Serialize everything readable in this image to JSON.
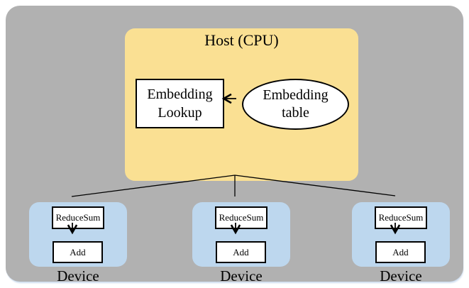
{
  "diagram": {
    "host": {
      "title": "Host (CPU)",
      "lookup": {
        "line1": "Embedding",
        "line2": "Lookup"
      },
      "table": {
        "line1": "Embedding",
        "line2": "table"
      }
    },
    "devices": [
      {
        "op1": "ReduceSum",
        "op2": "Add",
        "label": "Device"
      },
      {
        "op1": "ReduceSum",
        "op2": "Add",
        "label": "Device"
      },
      {
        "op1": "ReduceSum",
        "op2": "Add",
        "label": "Device"
      }
    ],
    "colors": {
      "canvas_bg": "#b1b1b1",
      "host_fill": "#fae093",
      "device_fill": "#bdd7ee",
      "node_fill": "#ffffff",
      "stroke": "#000000"
    }
  }
}
